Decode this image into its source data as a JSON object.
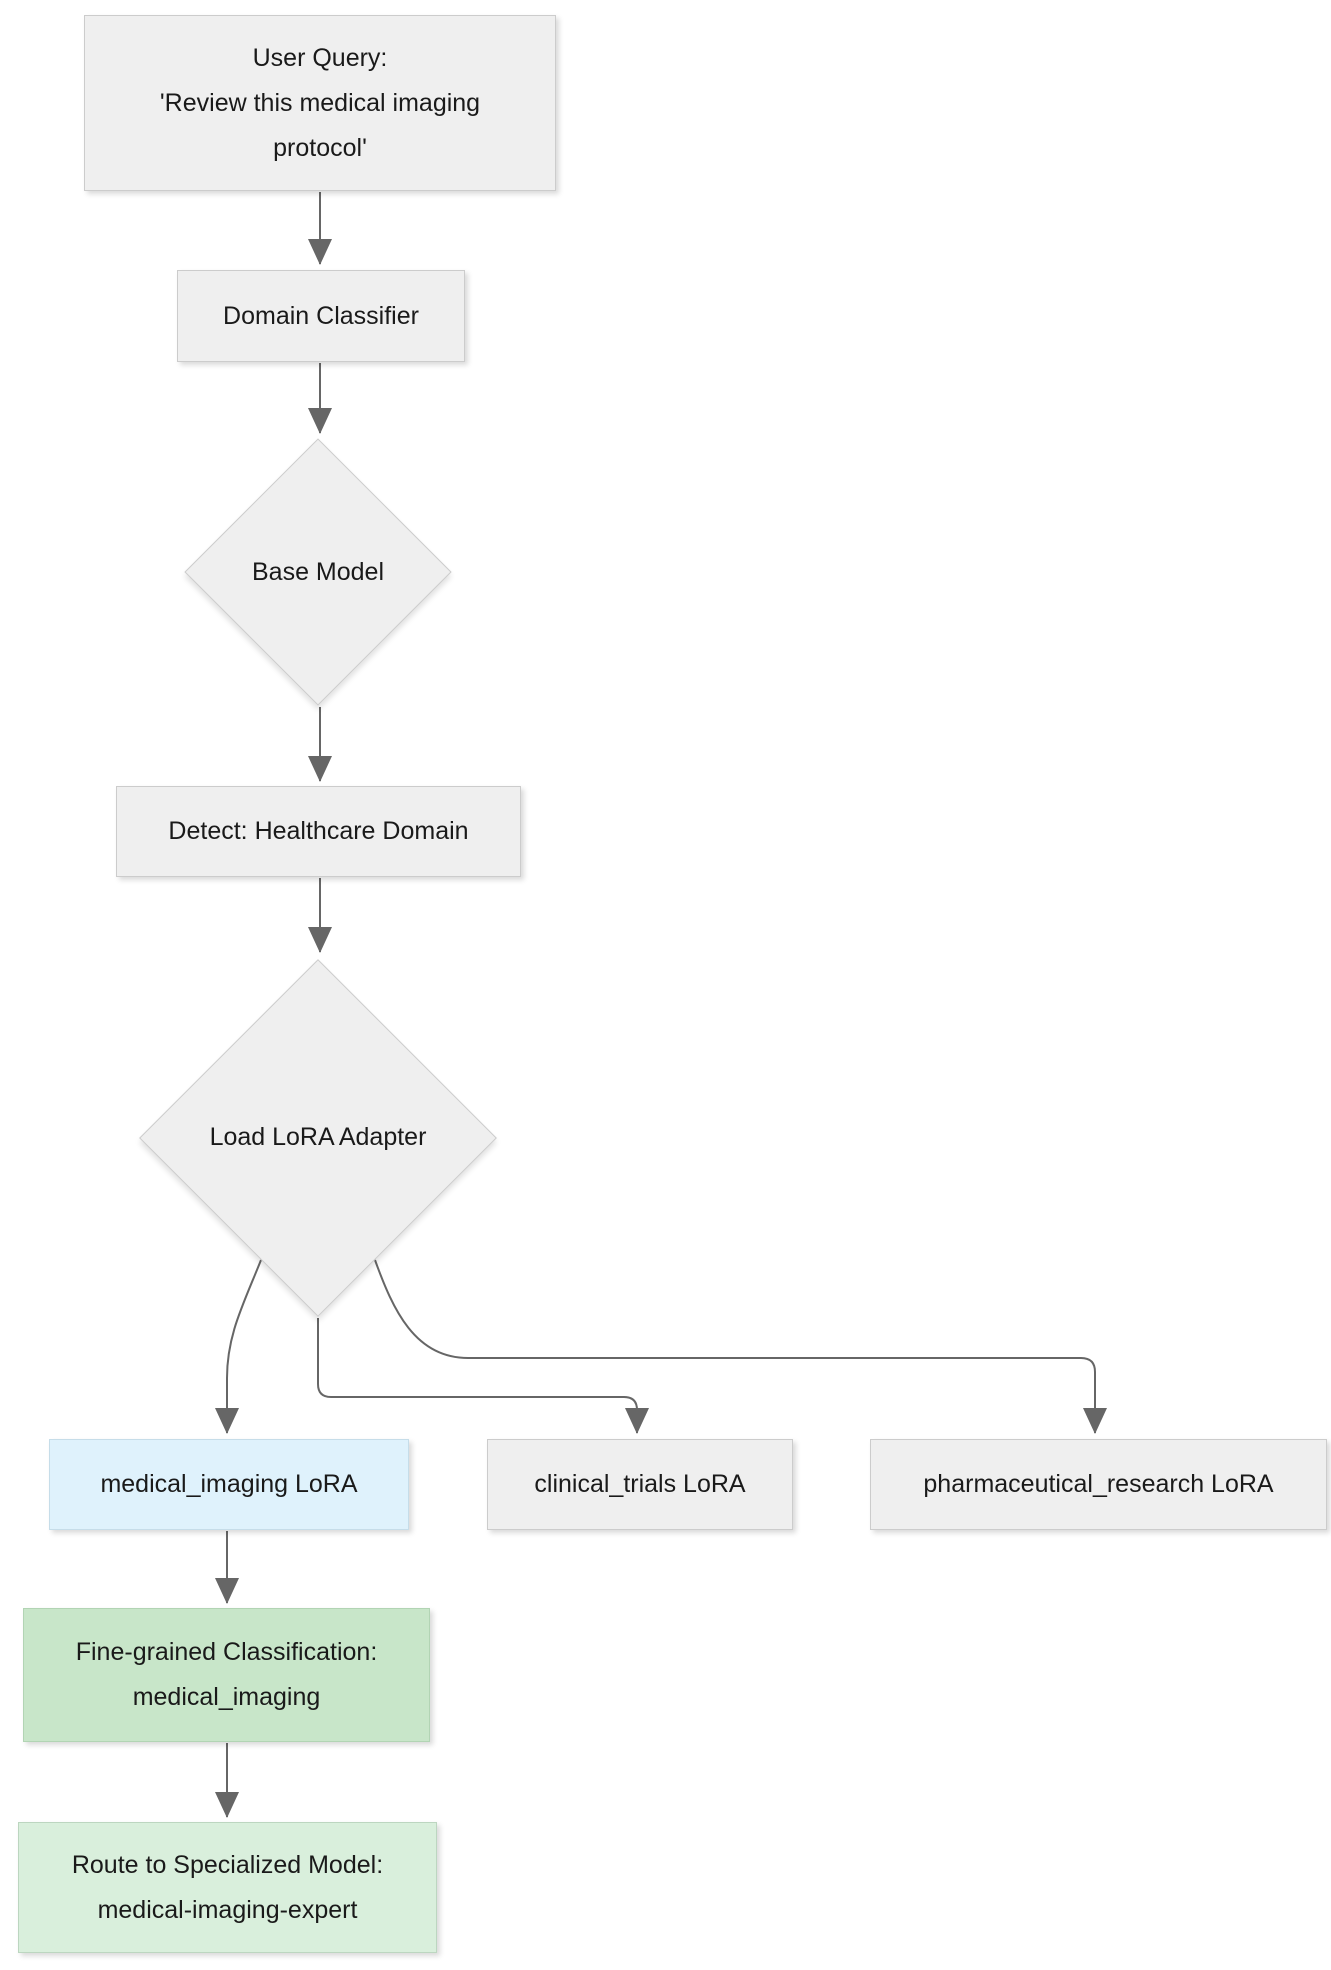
{
  "diagram": {
    "type": "flowchart",
    "direction": "top-down",
    "colors": {
      "node_fill": "#efefef",
      "node_border": "#cccccc",
      "highlight_fill": "#dff2fc",
      "highlight_border": "#c6dde9",
      "classification_fill": "#c8e6c9",
      "classification_border": "#b2d4b4",
      "route_fill": "#d9efdc",
      "route_border": "#bcd6c0",
      "arrow": "#666666",
      "text": "#1a1a1a",
      "background": "#ffffff"
    },
    "nodes": {
      "user_query": {
        "line1": "User Query:",
        "line2": "'Review this medical imaging",
        "line3": "protocol'",
        "shape": "rect"
      },
      "domain_classifier": {
        "label": "Domain Classifier",
        "shape": "rect"
      },
      "base_model": {
        "label": "Base Model",
        "shape": "diamond"
      },
      "detect_healthcare": {
        "label": "Detect: Healthcare Domain",
        "shape": "rect"
      },
      "load_lora_adapter": {
        "label": "Load LoRA Adapter",
        "shape": "diamond"
      },
      "medical_imaging_lora": {
        "label": "medical_imaging LoRA",
        "shape": "rect",
        "fill": "#dff2fc"
      },
      "clinical_trials_lora": {
        "label": "clinical_trials LoRA",
        "shape": "rect"
      },
      "pharmaceutical_research_lora": {
        "label": "pharmaceutical_research LoRA",
        "shape": "rect"
      },
      "fine_grained_classification": {
        "line1": "Fine-grained Classification:",
        "line2": "medical_imaging",
        "shape": "rect",
        "fill": "#c8e6c9"
      },
      "route_specialized": {
        "line1": "Route to Specialized Model:",
        "line2": "medical-imaging-expert",
        "shape": "rect",
        "fill": "#d9efdc"
      }
    },
    "edges": [
      "user_query -> domain_classifier",
      "domain_classifier -> base_model",
      "base_model -> detect_healthcare",
      "detect_healthcare -> load_lora_adapter",
      "load_lora_adapter -> medical_imaging_lora",
      "load_lora_adapter -> clinical_trials_lora",
      "load_lora_adapter -> pharmaceutical_research_lora",
      "medical_imaging_lora -> fine_grained_classification",
      "fine_grained_classification -> route_specialized"
    ]
  }
}
